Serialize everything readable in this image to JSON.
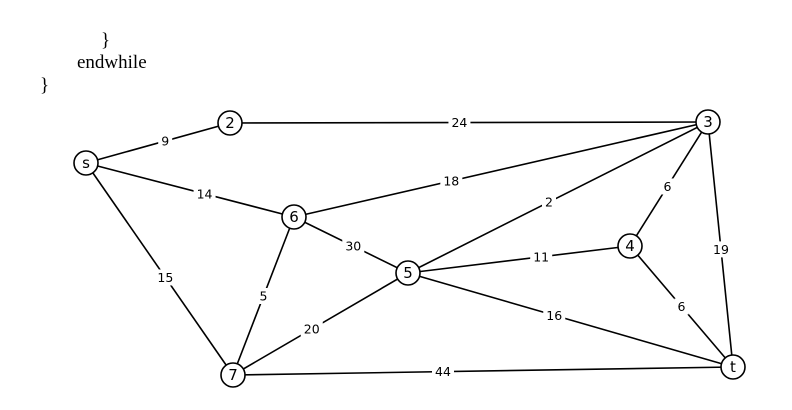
{
  "code": {
    "brace_inner": "}",
    "endwhile": "endwhile",
    "brace_outer": "}"
  },
  "graph": {
    "nodes": [
      {
        "id": "s",
        "label": "s"
      },
      {
        "id": "2",
        "label": "2"
      },
      {
        "id": "3",
        "label": "3"
      },
      {
        "id": "4",
        "label": "4"
      },
      {
        "id": "5",
        "label": "5"
      },
      {
        "id": "6",
        "label": "6"
      },
      {
        "id": "7",
        "label": "7"
      },
      {
        "id": "t",
        "label": "t"
      }
    ],
    "edges": [
      {
        "from": "s",
        "to": "2",
        "weight": "9"
      },
      {
        "from": "2",
        "to": "3",
        "weight": "24"
      },
      {
        "from": "s",
        "to": "6",
        "weight": "14"
      },
      {
        "from": "6",
        "to": "3",
        "weight": "18"
      },
      {
        "from": "s",
        "to": "7",
        "weight": "15"
      },
      {
        "from": "6",
        "to": "5",
        "weight": "30"
      },
      {
        "from": "5",
        "to": "3",
        "weight": "2"
      },
      {
        "from": "3",
        "to": "4",
        "weight": "6"
      },
      {
        "from": "3",
        "to": "t",
        "weight": "19"
      },
      {
        "from": "5",
        "to": "4",
        "weight": "11"
      },
      {
        "from": "4",
        "to": "t",
        "weight": "6"
      },
      {
        "from": "6",
        "to": "7",
        "weight": "5"
      },
      {
        "from": "7",
        "to": "5",
        "weight": "20"
      },
      {
        "from": "5",
        "to": "t",
        "weight": "16"
      },
      {
        "from": "7",
        "to": "t",
        "weight": "44"
      }
    ]
  }
}
